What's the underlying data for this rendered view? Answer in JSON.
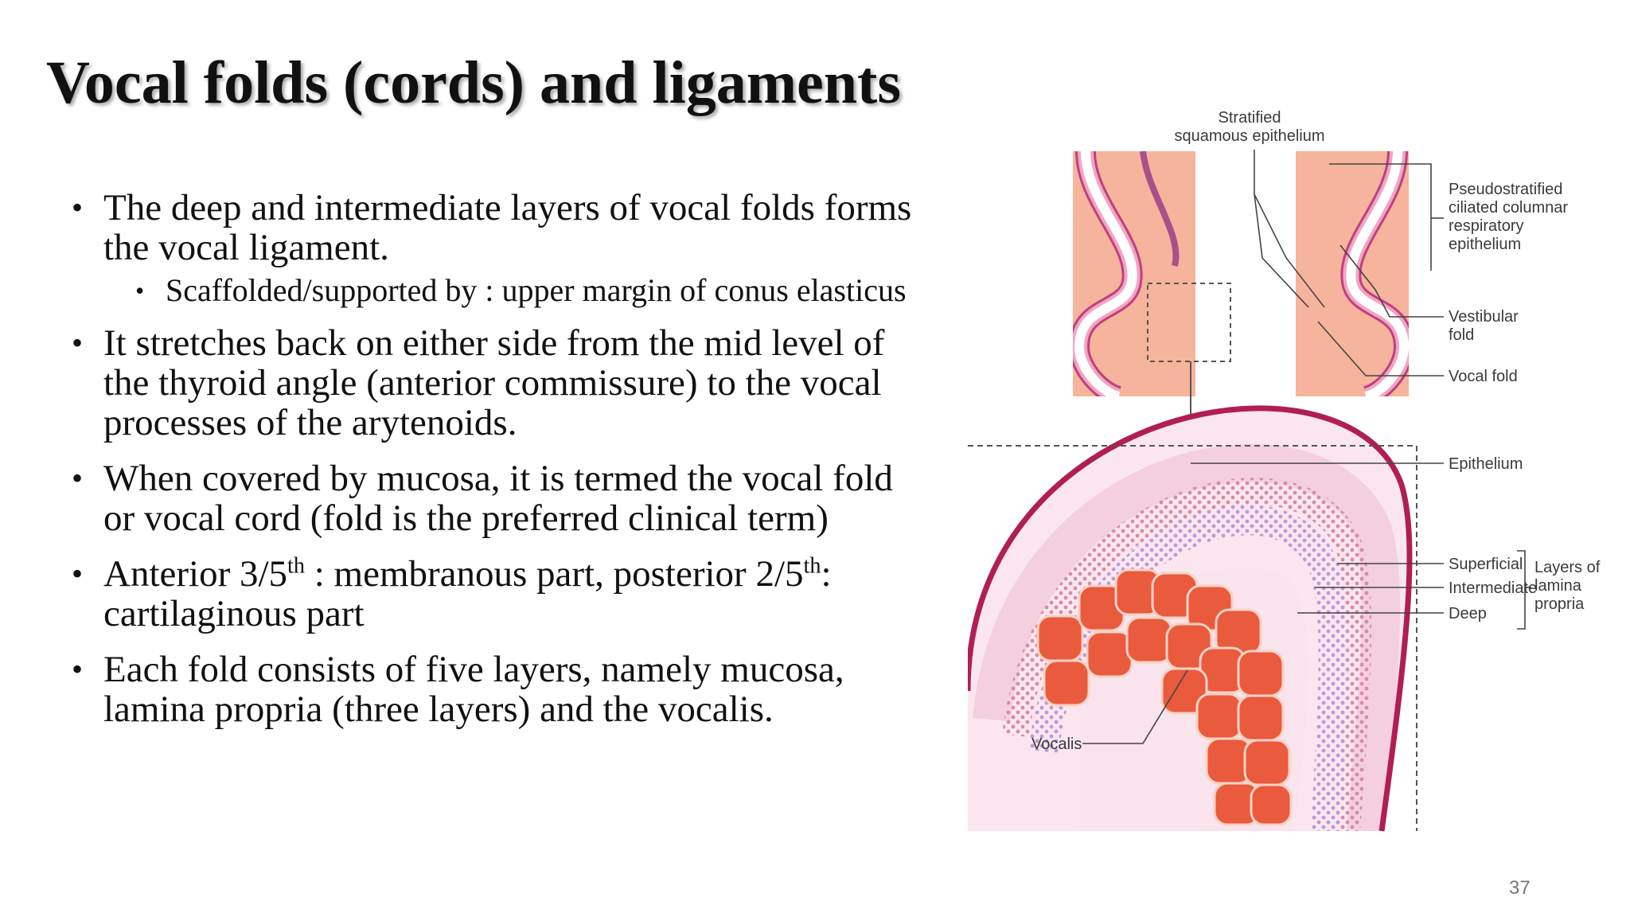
{
  "slide": {
    "title": "Vocal folds (cords) and ligaments",
    "bullets": [
      {
        "text": "The deep and intermediate layers of vocal folds forms the vocal ligament.",
        "sub": [
          "Scaffolded/supported by : upper margin of conus elasticus"
        ]
      },
      {
        "text": "It stretches back on either side from the mid level of the thyroid angle (anterior commissure) to the vocal processes of the arytenoids."
      },
      {
        "text": "When covered by mucosa, it is termed the vocal fold or vocal cord (fold is the preferred clinical term)"
      },
      {
        "parts": {
          "a": "Anterior 3/5",
          "a_sup": "th",
          "b": " : membranous part, posterior 2/5",
          "b_sup": "th",
          "c": ": cartilaginous part"
        }
      },
      {
        "text": "Each fold consists of five layers, namely mucosa, lamina propria (three layers) and the vocalis."
      }
    ],
    "page_number": "37"
  },
  "figure": {
    "labels": {
      "stratified_1": "Stratified",
      "stratified_2": "squamous epithelium",
      "pseudo_1": "Pseudostratified",
      "pseudo_2": "ciliated columnar",
      "pseudo_3": "respiratory",
      "pseudo_4": "epithelium",
      "vestibular_1": "Vestibular",
      "vestibular_2": "fold",
      "vocal_fold": "Vocal fold",
      "epithelium": "Epithelium",
      "superficial": "Superficial",
      "intermediate": "Intermediate",
      "deep": "Deep",
      "layers_1": "Layers of",
      "layers_2": "lamina",
      "layers_3": "propria",
      "vocalis": "Vocalis"
    },
    "colors": {
      "tissue": "#f7b49c",
      "mucosa": "#e59ab6",
      "epithelium": "#b01e54",
      "lamina": "#f6d6e6",
      "muscle": "#ea5a3d"
    }
  }
}
